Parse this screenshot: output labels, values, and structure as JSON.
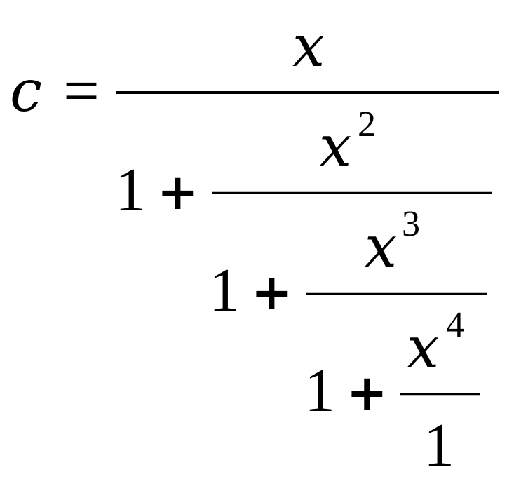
{
  "formula": {
    "lhs_variable": "c",
    "equals_sign": "=",
    "level1": {
      "numerator": "x"
    },
    "level2": {
      "one": "1",
      "plus": "+",
      "numerator_base": "x",
      "numerator_exponent": "2"
    },
    "level3": {
      "one": "1",
      "plus": "+",
      "numerator_base": "x",
      "numerator_exponent": "3"
    },
    "level4": {
      "one": "1",
      "plus": "+",
      "numerator_base": "x",
      "numerator_exponent": "4",
      "denominator": "1"
    }
  }
}
